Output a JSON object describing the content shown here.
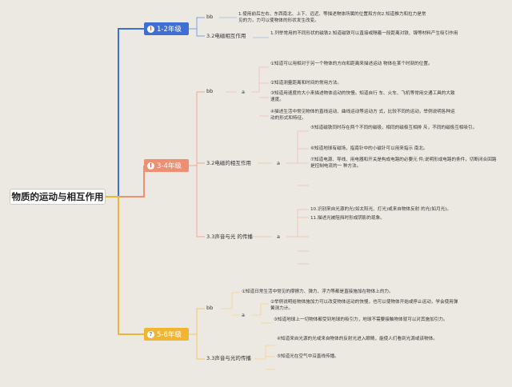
{
  "root": {
    "title": "物质的运动与相互作用"
  },
  "colors": {
    "grade12": "#3f6fd3",
    "grade34": "#ef8f72",
    "grade56": "#f2b531"
  },
  "g12": {
    "label": "1-2年级",
    "icon": "!",
    "b1": "bb",
    "b1_leaf": "1.使用前后左右、东西南北、上下、远近、等描述物体所属的位置和方向2.知道推力和拉力是常见的力，力可以使物体的形状发生改变。",
    "b2": "3.2电磁相互作用",
    "b2_leaf": "1.列举常用的不同形状的磁铁2.知道磁铁可以直接或隔着一段距离对铁、镍等材料产生吸引作用"
  },
  "g34": {
    "label": "3-4年级",
    "icon": "!",
    "b1": "bb",
    "b1_a": "a",
    "b1_leaves": [
      "①知道可以用相对于另一个物体的方向和距离来描述运动 物体在某个时刻的位置。",
      "②知道测量距离和时间的常用方法。",
      "③知道用速度的大小来描述物体运动的快慢。知道自行 车、火车、飞机等常用交通工具的大致速度。",
      "④描述生活中常见物体的直线运动、曲线运动等运动方 式，比较不同的运动，举例说明各种运动的形式和特征。"
    ],
    "b2": "3.2电磁的相互作用",
    "b2_a": "a",
    "b2_leaves": [
      "⑤知道磁铁同时存在两个不同的磁极，相同的磁极互相排 斥，不同的磁极互相吸引。",
      "⑥知道地球有磁场，指南针中的小磁针可以用来指示 南北。",
      "⑦知道电源、导线、用电器和开关是构成电路的必要元 件;说明形成电路的条件，切断闭合回路是控制电流的一 种方法。"
    ],
    "b3": "3.3声音与光 的传播",
    "b3_a": "a",
    "b3_leaves": [
      "10.识别来自光源的光(如太阳光、灯光)或来自物体反射 的光(如月光)。",
      "11.描述光被阻挡时形成阴影的现象。"
    ]
  },
  "g56": {
    "label": "5-6年级",
    "icon": "?",
    "b1": "bb",
    "b1_a": "a",
    "b1_leaves": [
      "①知道日常生活中常见的摩擦力、弹力、浮力等都是直接施加在物体上的力。",
      "②举例说明给物体施加力可以改变物体运动的快慢，也可以使物体开始或停止运动，学会使用弹簧测力计。",
      "③知道地球上一切物体都受到地球的吸引力，地球不需要接触物体就可以对其施加引力。"
    ],
    "b2": "3.3声音与光的传播",
    "b2_leaves": [
      "④知道来自光源的光或来自物体的反射光进入眼睛，能使人们看到光源或该物体。",
      "⑤知道光在空气中沿直线传播。"
    ]
  }
}
